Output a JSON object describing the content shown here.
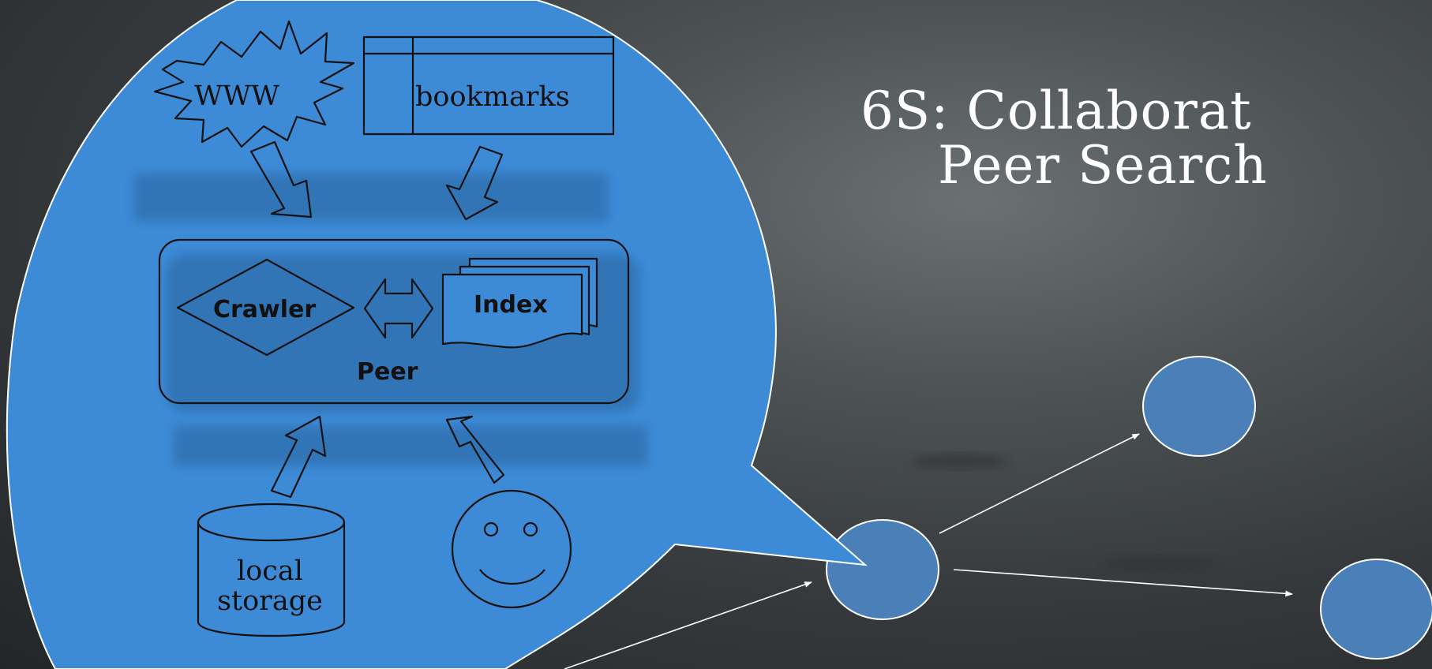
{
  "title": {
    "line1": "6S: Collaborat",
    "line2": "Peer Search"
  },
  "bubble": {
    "sources": {
      "www": "WWW",
      "bookmarks": "bookmarks"
    },
    "peer": {
      "crawler": "Crawler",
      "index": "Index",
      "label": "Peer"
    },
    "inputs": {
      "storage_line1": "local",
      "storage_line2": "storage"
    }
  },
  "colors": {
    "bubble": "#3d8ad6",
    "node": "#4a80b7",
    "edge": "#ffffff",
    "background": "#3f4446"
  }
}
